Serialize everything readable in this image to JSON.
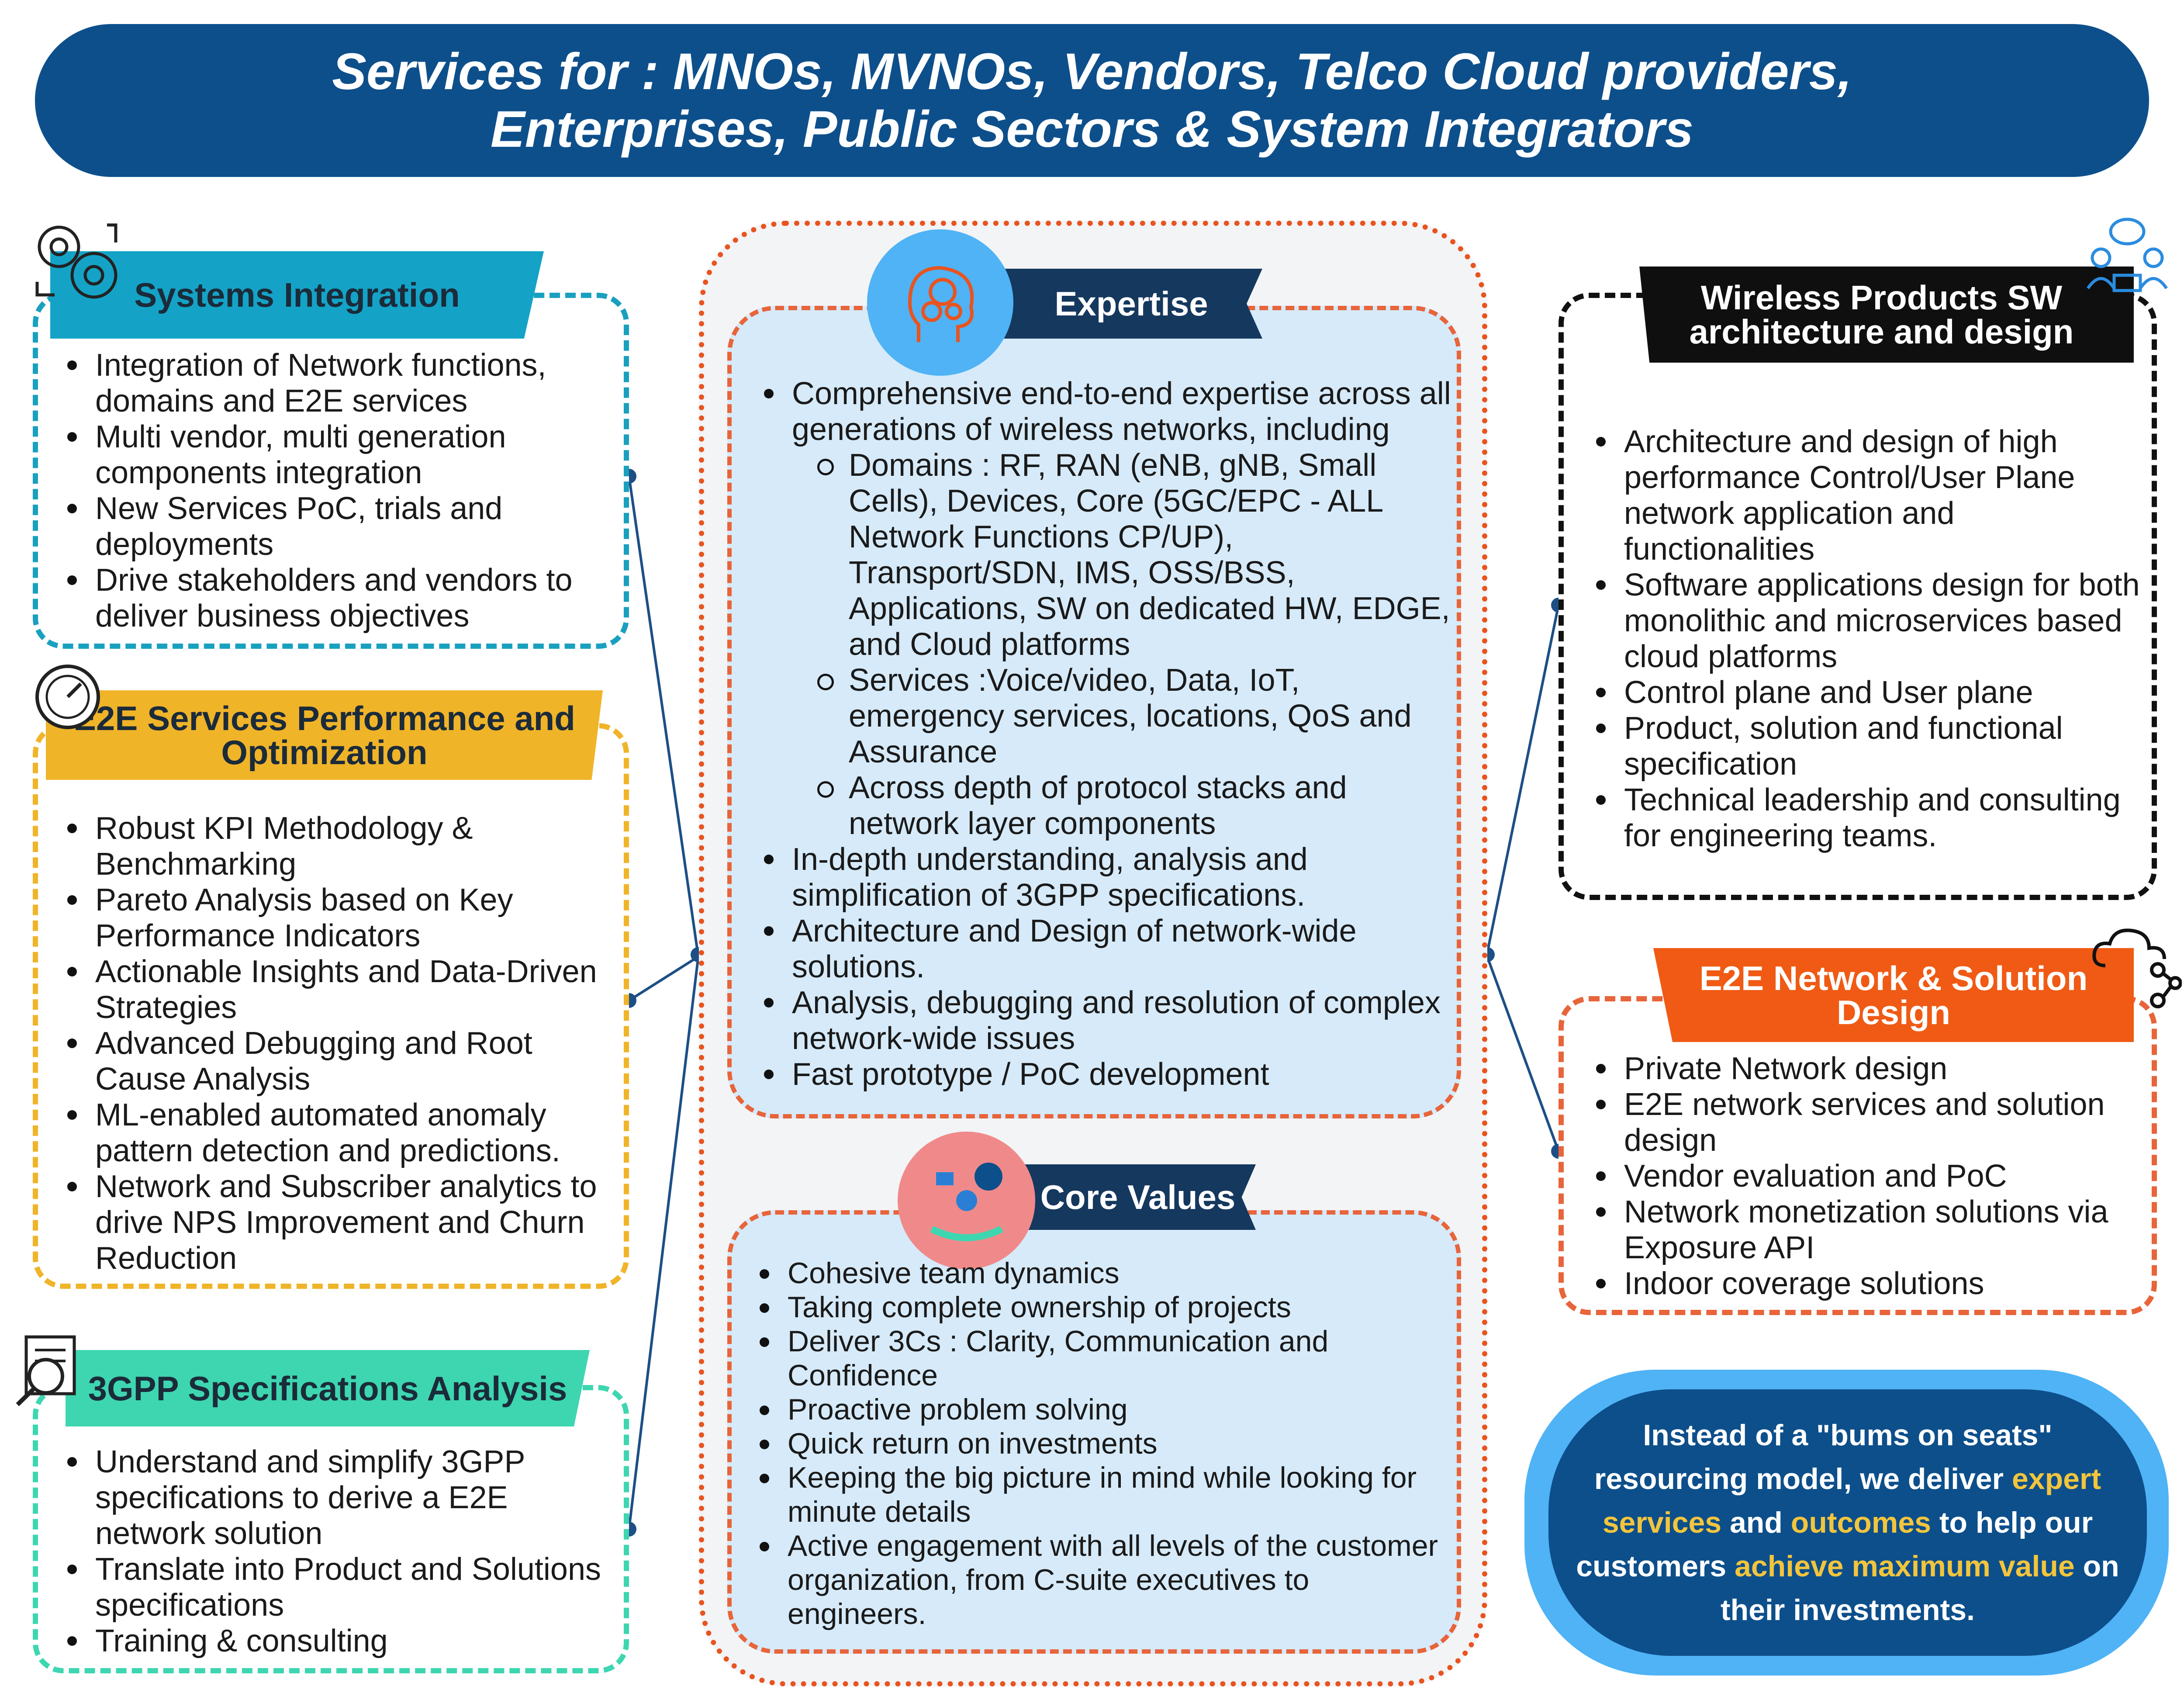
{
  "header": {
    "line1": "Services for :  MNOs, MVNOs, Vendors, Telco Cloud providers,",
    "line2": "Enterprises, Public Sectors & System Integrators"
  },
  "systems_integration": {
    "title": "Systems Integration",
    "items": [
      "Integration of Network functions, domains and E2E services",
      "Multi vendor, multi generation components integration",
      "New Services PoC, trials and deployments",
      "Drive stakeholders and vendors  to deliver business objectives"
    ]
  },
  "e2e_performance": {
    "title_line1": "E2E Services Performance and",
    "title_line2": "Optimization",
    "items": [
      "Robust KPI Methodology & Benchmarking",
      "Pareto Analysis based on Key Performance Indicators",
      "Actionable Insights and Data-Driven Strategies",
      "Advanced Debugging and Root Cause Analysis",
      "ML-enabled automated anomaly pattern detection and predictions.",
      "Network and Subscriber analytics to drive NPS Improvement and Churn Reduction"
    ]
  },
  "spec_analysis": {
    "title": "3GPP Specifications Analysis",
    "items": [
      "Understand and simplify 3GPP specifications to derive a E2E network solution",
      "Translate into Product and Solutions specifications",
      "Training & consulting"
    ]
  },
  "expertise": {
    "title": "Expertise",
    "item1": "Comprehensive end-to-end expertise across all generations of wireless networks, including",
    "sub_items": [
      "Domains : RF, RAN (eNB, gNB, Small Cells), Devices, Core (5GC/EPC - ALL Network Functions CP/UP), Transport/SDN, IMS, OSS/BSS, Applications, SW on dedicated HW, EDGE, and Cloud platforms",
      "Services :Voice/video, Data, IoT, emergency services, locations, QoS and Assurance",
      "Across depth of protocol stacks and network layer components"
    ],
    "items_rest": [
      "In-depth understanding, analysis and simplification of 3GPP specifications.",
      "Architecture and Design of network-wide solutions.",
      "Analysis, debugging and resolution of complex network-wide issues",
      "Fast prototype / PoC development"
    ]
  },
  "core_values": {
    "title": "Core Values",
    "items": [
      "Cohesive team dynamics",
      "Taking complete ownership of projects",
      "Deliver 3Cs : Clarity, Communication and Confidence",
      "Proactive problem solving",
      "Quick return on investments",
      "Keeping the big picture in mind while looking for minute details",
      "Active engagement with all levels of the customer organization, from C-suite executives to engineers."
    ]
  },
  "wireless_products": {
    "title_line1": "Wireless Products SW",
    "title_line2": "architecture and design",
    "items": [
      "Architecture and design of high performance Control/User Plane network application and functionalities",
      "Software applications design for both monolithic and microservices based cloud platforms",
      "Control plane and User plane",
      "Product, solution and functional specification",
      "Technical leadership and consulting for engineering teams."
    ]
  },
  "network_design": {
    "title_line1": "E2E Network & Solution",
    "title_line2": "Design",
    "items": [
      "Private Network design",
      "E2E network services and solution design",
      "Vendor evaluation and PoC",
      "Network monetization solutions via Exposure API",
      "Indoor coverage solutions"
    ]
  },
  "statement": {
    "part1": "Instead of a \"bums on seats\" resourcing model, we deliver ",
    "hl1": "expert services",
    "part2": " and ",
    "hl2": "outcomes",
    "part3": " to help our customers ",
    "hl3": "achieve maximum value",
    "part4": " on their investments."
  },
  "colors": {
    "header_bg": "#0d4f8b",
    "teal": "#14a3c7",
    "yellow": "#f0b429",
    "mint": "#3dd6b0",
    "orange": "#f05a14",
    "navy": "#15385e",
    "highlight": "#f2c53d"
  },
  "icons": [
    "gears-cycle-icon",
    "speedometer-icon",
    "document-magnifier-icon",
    "head-gears-icon",
    "hands-gears-icon",
    "chat-people-icon",
    "cloud-share-icon"
  ]
}
